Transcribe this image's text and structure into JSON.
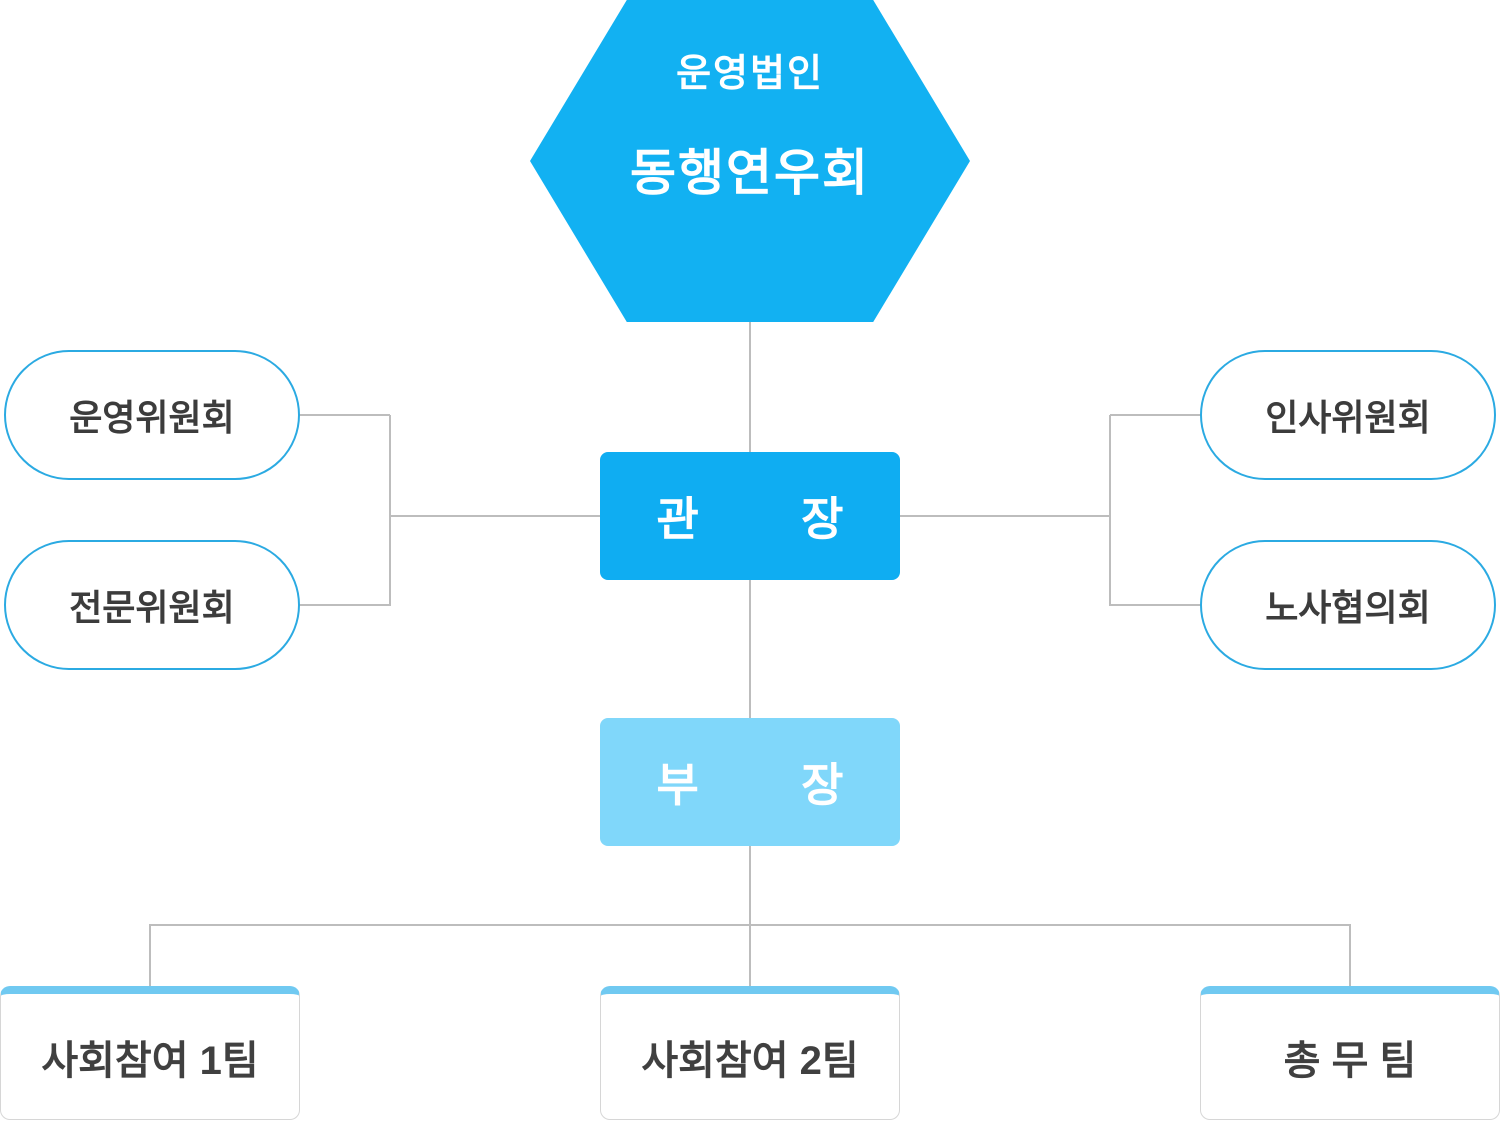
{
  "chart": {
    "root": {
      "label_small": "운영법인",
      "label_large": "동행연우회"
    },
    "director_label": "관        장",
    "manager_label": "부        장",
    "left_committees": [
      "운영위원회",
      "전문위원회"
    ],
    "right_committees": [
      "인사위원회",
      "노사협의회"
    ],
    "teams": [
      "사회참여 1팀",
      "사회참여 2팀",
      "총 무 팀"
    ],
    "colors": {
      "primary_blue": "#12b1f2",
      "light_blue": "#80d7fa",
      "pill_border": "#2baae2",
      "team_accent": "#70c9f1",
      "connector_gray": "#bdbdbd"
    }
  }
}
